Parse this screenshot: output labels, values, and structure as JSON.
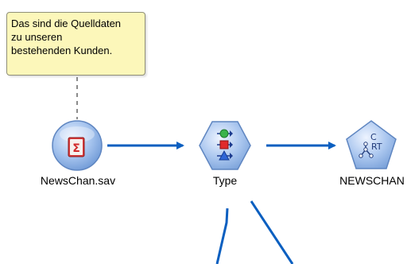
{
  "canvas": {
    "background": "#ffffff",
    "connection_color": "#0b5fc0",
    "comment": {
      "text": "Das sind die Quelldaten\nzu unseren\nbestehenden Kunden.",
      "background": "#fcf7ba"
    },
    "nodes": [
      {
        "label": "NewsChan.sav",
        "icon": "spss-file-icon",
        "shape": "circle"
      },
      {
        "label": "Type",
        "icon": "type-field-ops-icon",
        "shape": "hexagon"
      },
      {
        "label": "NEWSCHAN",
        "icon": "c-rt-model-icon",
        "shape": "pentagon",
        "icon_text_main": "RT",
        "icon_text_super": "C"
      }
    ]
  }
}
